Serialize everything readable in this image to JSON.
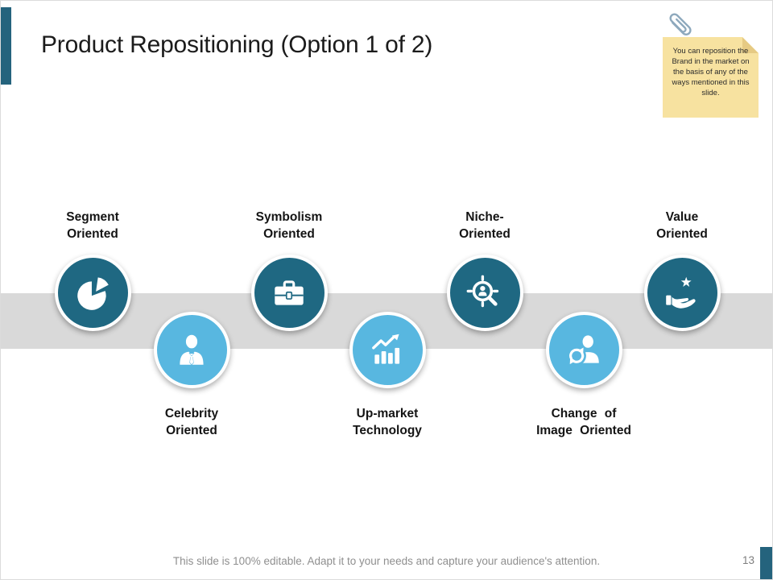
{
  "slide": {
    "title": "Product Repositioning (Option 1 of 2)",
    "footer": "This slide is 100% editable. Adapt it to your needs and capture your audience's attention.",
    "page_number": "13"
  },
  "sticky_note": {
    "text": "You can reposition the Brand in the market on the basis of any of the ways mentioned in this slide."
  },
  "colors": {
    "dark_teal": "#1F6882",
    "light_blue": "#58B7E0",
    "band_gray": "#D9D9D9",
    "note_yellow": "#F7E2A0",
    "accent_teal": "#24637D"
  },
  "nodes": [
    {
      "line1": "Segment",
      "line2": "Oriented",
      "icon": "pie-chart-icon",
      "tone": "dark"
    },
    {
      "line1": "Celebrity",
      "line2": "Oriented",
      "icon": "businessman-icon",
      "tone": "light"
    },
    {
      "line1": "Symbolism",
      "line2": "Oriented",
      "icon": "briefcase-icon",
      "tone": "dark"
    },
    {
      "line1": "Up-market",
      "line2": "Technology",
      "icon": "growth-chart-icon",
      "tone": "light"
    },
    {
      "line1": "Niche-",
      "line2": "Oriented",
      "icon": "niche-search-icon",
      "tone": "dark"
    },
    {
      "line1": "Change of",
      "line2": "Image Oriented",
      "icon": "image-change-icon",
      "tone": "light"
    },
    {
      "line1": "Value",
      "line2": "Oriented",
      "icon": "hand-star-icon",
      "tone": "dark"
    }
  ]
}
